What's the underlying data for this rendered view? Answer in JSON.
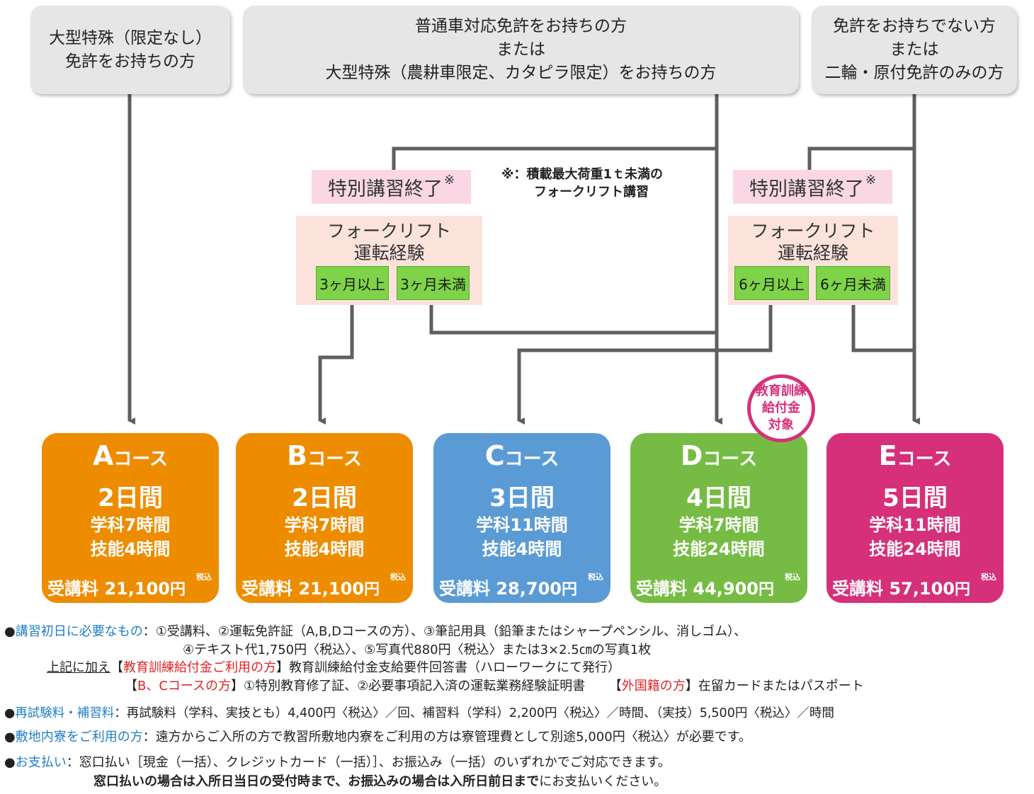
{
  "top_boxes": {
    "box1": [
      "大型特殊（限定なし）",
      "免許をお持ちの方"
    ],
    "box2": [
      "普通車対応免許をお持ちの方",
      "または",
      "大型特殊（農耕車限定、カタピラ限定）をお持ちの方"
    ],
    "box3": [
      "免許をお持ちでない方",
      "または",
      "二輪・原付免許のみの方"
    ]
  },
  "special_label": "特別講習終了",
  "special_mark": "※",
  "experience_title": [
    "フォークリフト",
    "運転経験"
  ],
  "left_branch": {
    "over": "3ヶ月以上",
    "under": "3ヶ月未満"
  },
  "right_branch": {
    "over": "6ヶ月以上",
    "under": "6ヶ月未満"
  },
  "note": [
    "※：積載最大荷重1ｔ未満の",
    "フォークリフト講習"
  ],
  "badge": [
    "教育訓練",
    "給付金",
    "対象"
  ],
  "colors": {
    "orange": "#ee8c00",
    "blue": "#5b9bd5",
    "green": "#76bc44",
    "magenta": "#d6307a",
    "arrow": "#5f5f5f"
  },
  "courses": [
    {
      "letter": "A",
      "suffix": "コース",
      "days": "2日間",
      "lecture": "学科7時間",
      "skill": "技能4時間",
      "fee_label": "受講料",
      "fee": "21,100",
      "yen": "円",
      "tax": "税込"
    },
    {
      "letter": "B",
      "suffix": "コース",
      "days": "2日間",
      "lecture": "学科7時間",
      "skill": "技能4時間",
      "fee_label": "受講料",
      "fee": "21,100",
      "yen": "円",
      "tax": "税込"
    },
    {
      "letter": "C",
      "suffix": "コース",
      "days": "3日間",
      "lecture": "学科11時間",
      "skill": "技能4時間",
      "fee_label": "受講料",
      "fee": "28,700",
      "yen": "円",
      "tax": "税込"
    },
    {
      "letter": "D",
      "suffix": "コース",
      "days": "4日間",
      "lecture": "学科7時間",
      "skill": "技能24時間",
      "fee_label": "受講料",
      "fee": "44,900",
      "yen": "円",
      "tax": "税込"
    },
    {
      "letter": "E",
      "suffix": "コース",
      "days": "5日間",
      "lecture": "学科11時間",
      "skill": "技能24時間",
      "fee_label": "受講料",
      "fee": "57,100",
      "yen": "円",
      "tax": "税込"
    }
  ],
  "footer": {
    "bullet": "●",
    "needs_label": "講習初日に必要なもの",
    "needs_line1": "：①受講料、②運転免許証（A,B,Dコースの方）、③筆記用具（鉛筆またはシャープペンシル、消しゴム）、",
    "needs_line2": "④テキスト代1,750円〈税込〉、⑤写真代880円〈税込〉または3×2.5㎝の写真1枚",
    "addition": "上記に加え",
    "kyouiku_open": "【",
    "kyouiku_label": "教育訓練給付金ご利用の方",
    "kyouiku_text": "】教育訓練給付金支給要件回答書（ハローワークにて発行）",
    "bc_open": "【",
    "bc_label": "B、Cコースの方",
    "bc_text": "】①特別教育修了証、②必要事項記入済の運転業務経験証明書",
    "foreign_open": "【",
    "foreign_label": "外国籍の方",
    "foreign_text": "】在留カードまたはパスポート",
    "retest_label": "再試験料・補習料",
    "retest_text": "：再試験料（学科、実技とも）4,400円〈税込〉／回、補習料（学科）2,200円〈税込〉／時間、（実技）5,500円〈税込〉／時間",
    "dorm_label": "敷地内寮をご利用の方",
    "dorm_text": "：遠方からご入所の方で教習所敷地内寮をご利用の方は寮管理費として別途5,000円〈税込〉が必要です。",
    "pay_label": "お支払い",
    "pay_text": "：窓口払い［現金（一括）、クレジットカード（一括）］、お振込み（一括）のいずれかでご対応できます。",
    "pay_bold": "窓口払いの場合は入所日当日の受付時まで、お振込みの場合は入所日前日まで",
    "pay_tail": "にお支払いください。"
  }
}
